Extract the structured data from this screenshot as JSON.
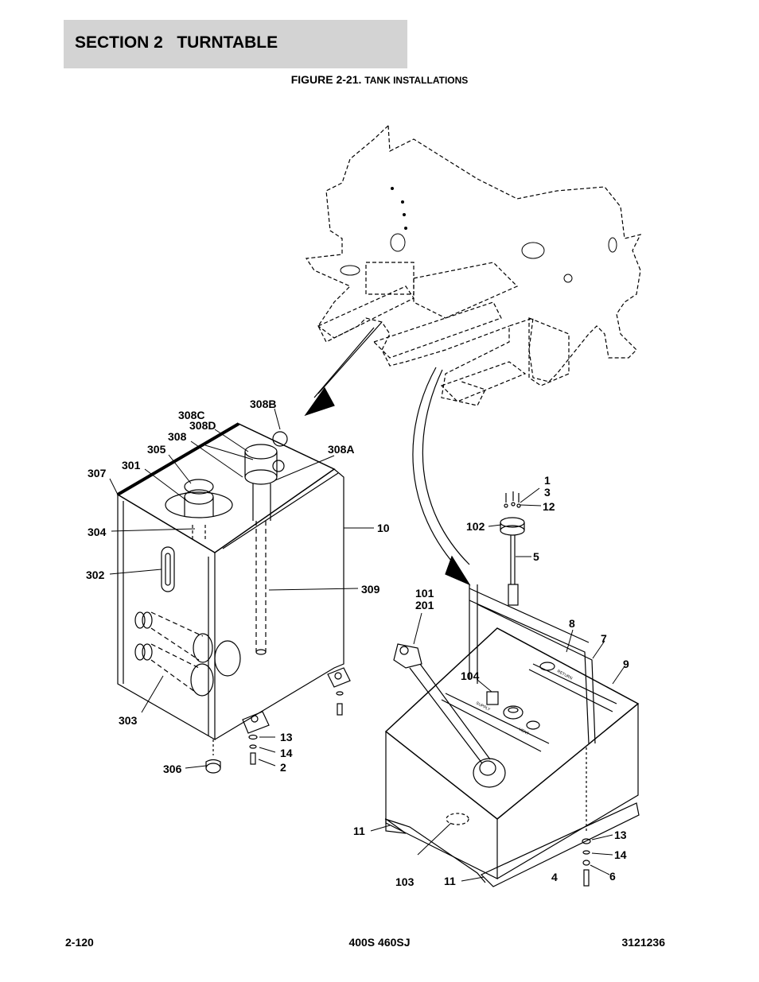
{
  "header": {
    "section_title": "SECTION 2   TURNTABLE"
  },
  "figure": {
    "number": "FIGURE 2-21.",
    "title": "TANK INSTALLATIONS"
  },
  "callouts": {
    "c308B": "308B",
    "c308C": "308C",
    "c308D": "308D",
    "c308": "308",
    "c305": "305",
    "c301": "301",
    "c307": "307",
    "c308A": "308A",
    "c304": "304",
    "c10": "10",
    "c302": "302",
    "c309": "309",
    "c303": "303",
    "c13a": "13",
    "c14a": "14",
    "c2": "2",
    "c306": "306",
    "c1": "1",
    "c3": "3",
    "c12": "12",
    "c102": "102",
    "c5": "5",
    "c101": "101",
    "c201": "201",
    "c8": "8",
    "c7": "7",
    "c9": "9",
    "c104": "104",
    "c11a": "11",
    "c103": "103",
    "c11b": "11",
    "c13b": "13",
    "c14b": "14",
    "c4": "4",
    "c6": "6"
  },
  "tank_markings": {
    "return": "RETURN",
    "supply": "SUPPLY",
    "vent": "VENT"
  },
  "footer": {
    "page": "2-120",
    "model": "400S 460SJ",
    "doc_number": "3121236"
  }
}
